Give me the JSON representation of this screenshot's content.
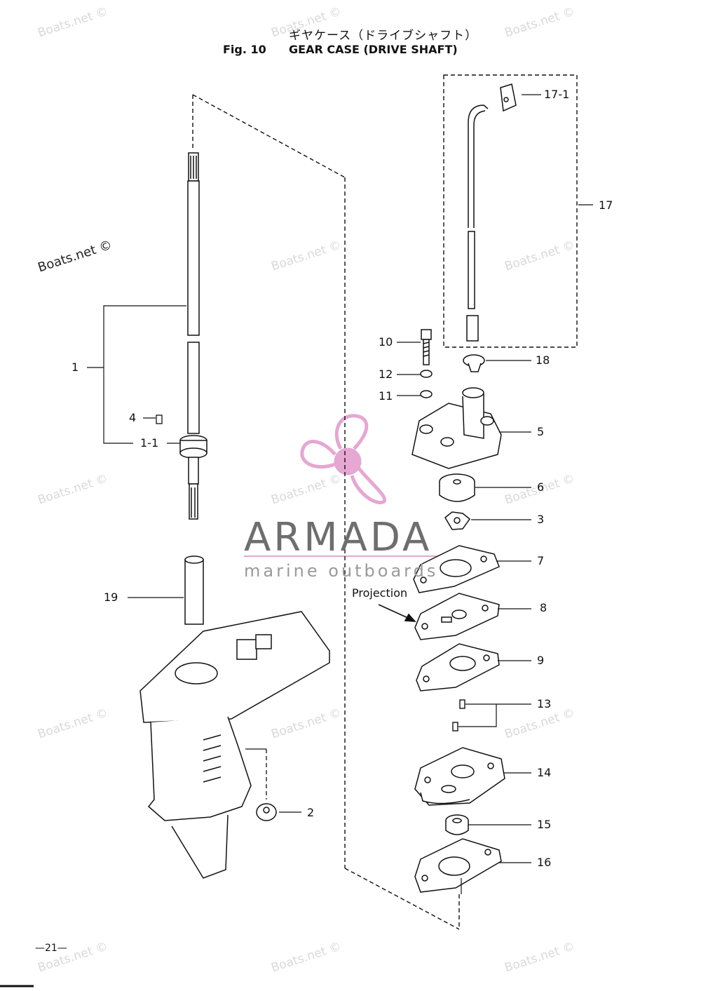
{
  "header": {
    "title_jp": "ギヤケース（ドライブシャフト）",
    "fig_number": "Fig. 10",
    "fig_title": "GEAR CASE (DRIVE SHAFT)"
  },
  "callouts": {
    "c1": "1",
    "c1_1": "1-1",
    "c2": "2",
    "c3": "3",
    "c4": "4",
    "c5": "5",
    "c6": "6",
    "c7": "7",
    "c8": "8",
    "c9": "9",
    "c10": "10",
    "c11": "11",
    "c12": "12",
    "c13": "13",
    "c14": "14",
    "c15": "15",
    "c16": "16",
    "c17": "17",
    "c17_1": "17-1",
    "c18": "18",
    "c19": "19"
  },
  "projection_label": "Projection",
  "page_number": "—21—",
  "watermark": {
    "text": "Boats.net ©"
  },
  "brand": {
    "name": "ARMADA",
    "tagline": "marine outboards",
    "color": "#e6a7d2"
  },
  "colors": {
    "line": "#111111",
    "watermark": "#d9d9d9",
    "brand_pink": "#e6a7d2"
  }
}
